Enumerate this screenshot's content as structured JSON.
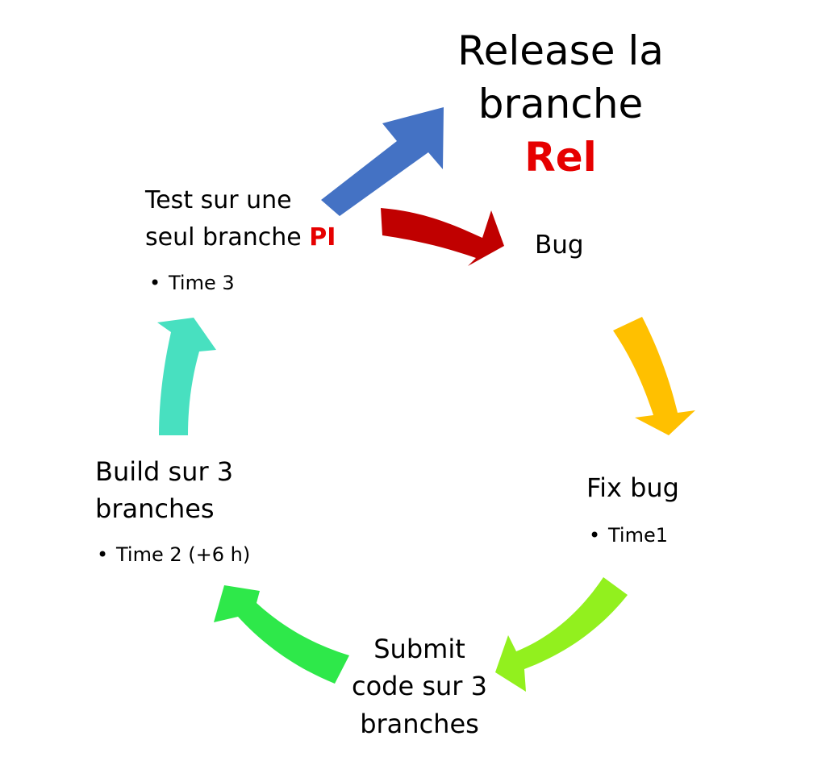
{
  "colors": {
    "accent_red": "#e60000",
    "arrow_release": "#4472c4",
    "arrow_bug": "#c00000",
    "arrow_fix": "#ffc000",
    "arrow_submit": "#92f01e",
    "arrow_build": "#2ee84a",
    "arrow_test": "#48e0c0"
  },
  "release": {
    "line1": "Release la",
    "line2": "branche",
    "branch": "Rel"
  },
  "test": {
    "line1": "Test sur une",
    "line2_prefix": "seul branche ",
    "branch": "PI",
    "bullet": "Time 3"
  },
  "bug": {
    "title": "Bug"
  },
  "fix": {
    "title": "Fix bug",
    "bullet": "Time1"
  },
  "submit": {
    "line1": "Submit",
    "line2": "code sur 3",
    "line3": "branches"
  },
  "build": {
    "line1": "Build sur 3",
    "line2": "branches",
    "bullet": "Time 2 (+6 h)"
  }
}
